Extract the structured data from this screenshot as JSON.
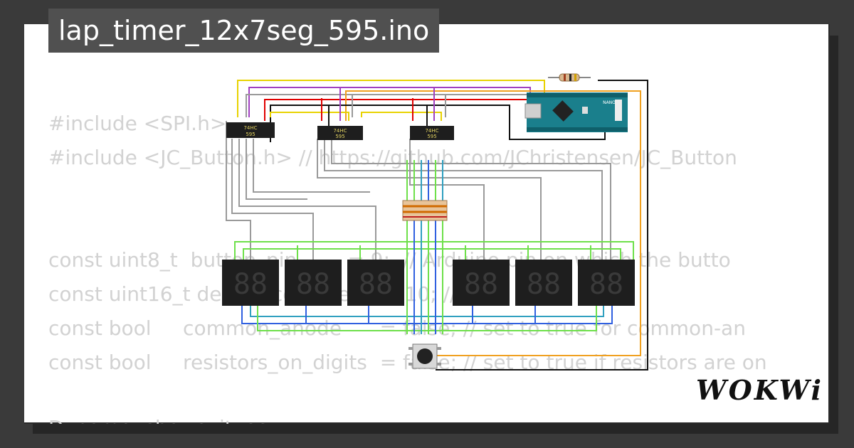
{
  "header": {
    "title": "lap_timer_12x7seg_595.ino"
  },
  "code": {
    "lines": [
      "#include <SPI.h>",
      "#include <JC_Button.h> // https://github.com/JChristensen/JC_Button",
      "",
      "",
      "const uint8_t  button_pin        = 9;  // Arduino pin on which the butto",
      "const uint16_t debounce_time     = 10; // ms",
      "const bool     common_anode      = false; // set to true for common-an",
      "const bool     resistors_on_digits  = false; // set to true if resistors are on",
      "",
      "Dynamo  shows  it  as  ...  ..."
    ]
  },
  "components": {
    "shift_register_label_top": "74HC",
    "shift_register_label_bottom": "595",
    "board_label": "NANO"
  },
  "brand": {
    "logo_text": "WOKWi"
  },
  "colors": {
    "background": "#3a3a3a",
    "card": "#ffffff",
    "title_tab": "#505050",
    "code_text": "#d2d2d2",
    "arduino": "#1a7f8c",
    "display": "#1e1e1e",
    "wire_red": "#e00000",
    "wire_black": "#111111",
    "wire_yellow": "#e8d200",
    "wire_purple": "#a040c0",
    "wire_orange": "#f0a020",
    "wire_gray": "#9a9a9a",
    "wire_green": "#6ee04a",
    "wire_blue": "#3060e0",
    "wire_cyan": "#30a0c0"
  }
}
